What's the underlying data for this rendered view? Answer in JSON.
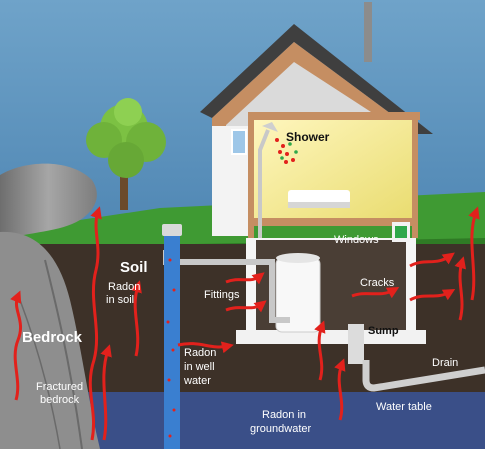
{
  "labels": {
    "shower": "Shower",
    "windows": "Windows",
    "soil": "Soil",
    "radon_in_soil_1": "Radon",
    "radon_in_soil_2": "in soil",
    "fittings": "Fittings",
    "cracks": "Cracks",
    "bedrock": "Bedrock",
    "sump": "Sump",
    "drain": "Drain",
    "radon_well_1": "Radon",
    "radon_well_2": "in well",
    "radon_well_3": "water",
    "fractured_1": "Fractured",
    "fractured_2": "bedrock",
    "water_table": "Water table",
    "radon_gw_1": "Radon in",
    "radon_gw_2": "groundwater"
  },
  "colors": {
    "sky": "#5a8fb8",
    "grass": "#3f9a33",
    "soil": "#3d3128",
    "groundwater": "#3a4f88",
    "house_wall": "#f3f3f3",
    "roof": "#4a4a4a",
    "room_light": "#f4ec9a",
    "radon_arrow": "#e2211c",
    "well_pipe": "#3a7fd0",
    "rock": "#8e8e8e"
  }
}
